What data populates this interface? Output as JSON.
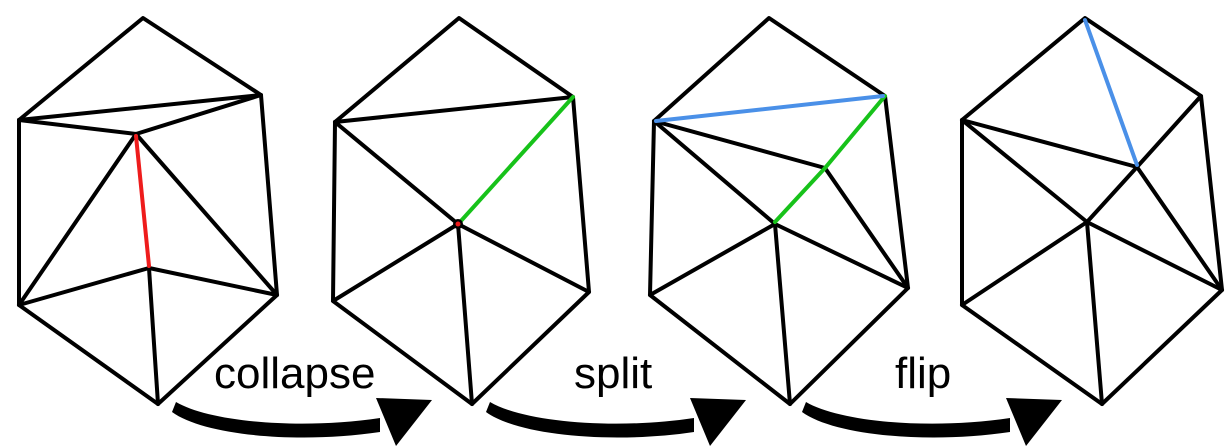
{
  "operations": [
    {
      "label": "collapse"
    },
    {
      "label": "split"
    },
    {
      "label": "flip"
    }
  ],
  "colors": {
    "edge": "#000000",
    "collapsed_edge": "#ee1c1c",
    "split_edge": "#17c21a",
    "flipped_edge": "#4a90e8",
    "collapse_vertex": "#ee1c1c"
  }
}
